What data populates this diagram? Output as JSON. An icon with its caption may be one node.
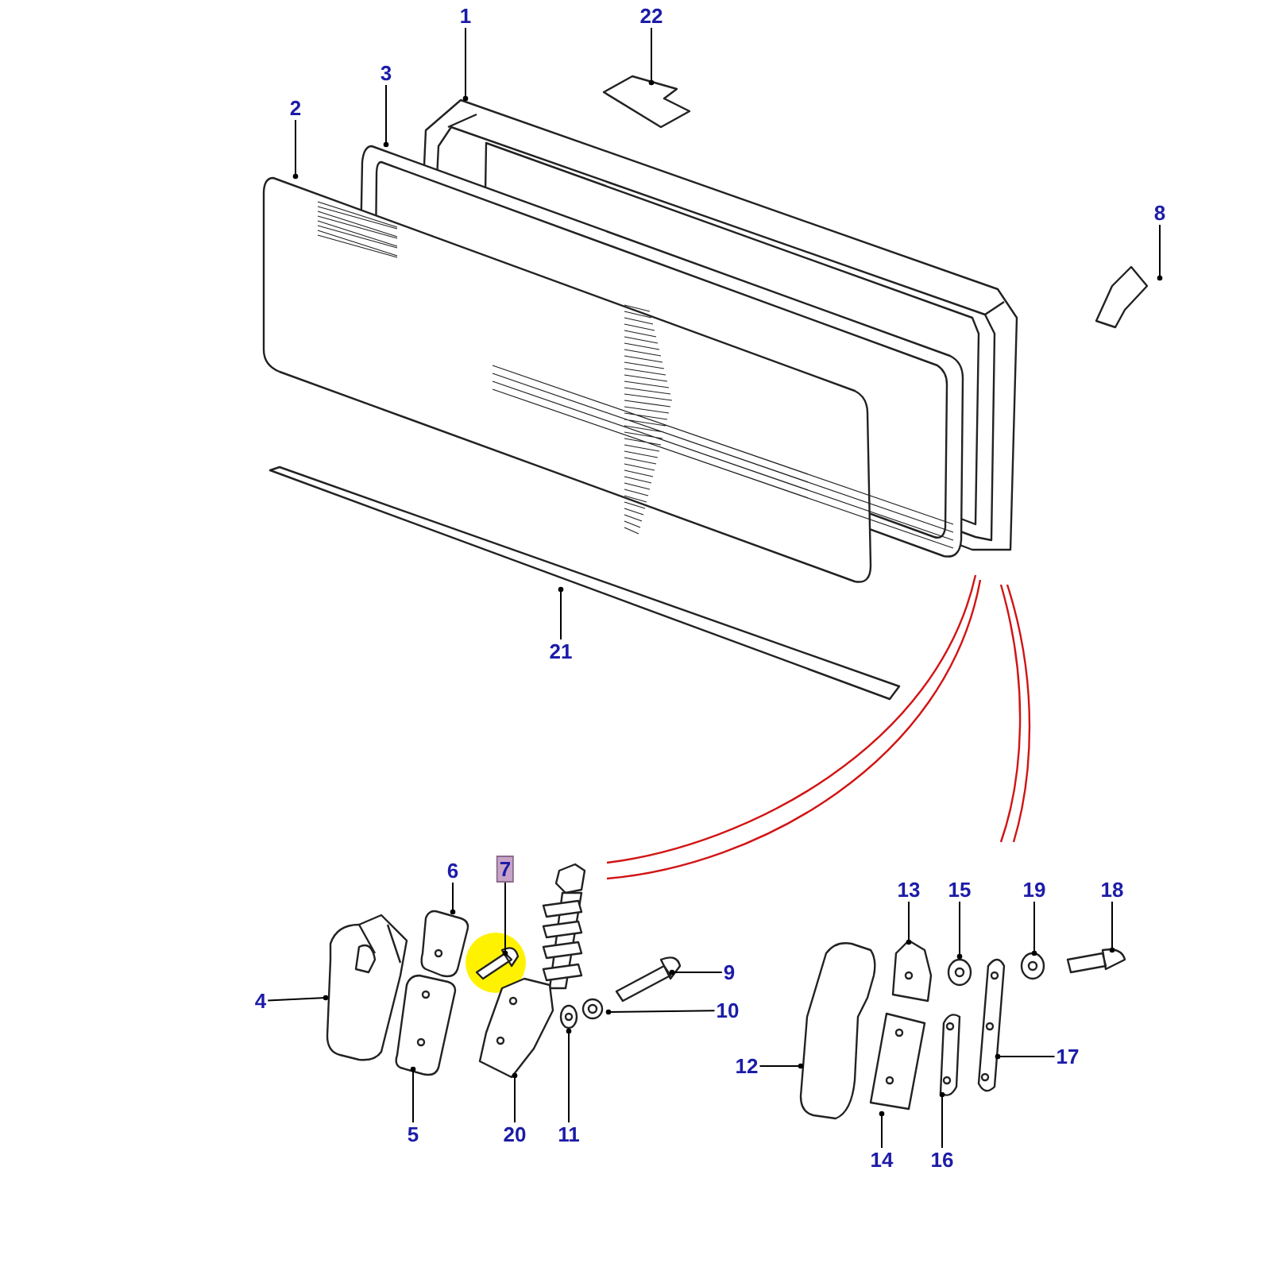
{
  "diagram": {
    "nodes": [
      {
        "text": [
          "1"
        ]
      },
      {
        "text": [
          "22"
        ]
      },
      {
        "text": [
          "3"
        ]
      },
      {
        "text": [
          "2"
        ]
      },
      {
        "text": [
          "8"
        ]
      },
      {
        "text": [
          "21"
        ]
      },
      {
        "text": [
          "6"
        ]
      },
      {
        "text": [
          "7"
        ]
      },
      {
        "text": [
          "13"
        ]
      },
      {
        "text": [
          "15"
        ]
      },
      {
        "text": [
          "19"
        ]
      },
      {
        "text": [
          "18"
        ]
      },
      {
        "text": [
          "9"
        ]
      },
      {
        "text": [
          "4"
        ]
      },
      {
        "text": [
          "10"
        ]
      },
      {
        "text": [
          "12"
        ]
      },
      {
        "text": [
          "17"
        ]
      },
      {
        "text": [
          "5"
        ]
      },
      {
        "text": [
          "20"
        ]
      },
      {
        "text": [
          "11"
        ]
      },
      {
        "text": [
          "14"
        ]
      },
      {
        "text": [
          "16"
        ]
      }
    ],
    "edges": [
      {
        "from": 0,
        "to": null,
        "arrow": "other"
      },
      {
        "from": 1,
        "to": null,
        "arrow": "other"
      },
      {
        "from": 2,
        "to": null,
        "arrow": "other"
      },
      {
        "from": 3,
        "to": null,
        "arrow": "other"
      },
      {
        "from": 4,
        "to": null,
        "arrow": "other"
      },
      {
        "from": 5,
        "to": null,
        "arrow": "other"
      },
      {
        "from": 6,
        "to": null,
        "arrow": "other"
      },
      {
        "from": 7,
        "to": null,
        "arrow": "other"
      },
      {
        "from": 8,
        "to": null,
        "arrow": "other"
      },
      {
        "from": 9,
        "to": null,
        "arrow": "other"
      },
      {
        "from": 10,
        "to": null,
        "arrow": "other"
      },
      {
        "from": 11,
        "to": null,
        "arrow": "other"
      },
      {
        "from": 12,
        "to": null,
        "arrow": "other"
      },
      {
        "from": 13,
        "to": null,
        "arrow": "other"
      },
      {
        "from": 14,
        "to": null,
        "arrow": "other"
      },
      {
        "from": 15,
        "to": null,
        "arrow": "other"
      },
      {
        "from": 16,
        "to": null,
        "arrow": "other"
      },
      {
        "from": 17,
        "to": null,
        "arrow": "other"
      },
      {
        "from": 18,
        "to": null,
        "arrow": "other"
      },
      {
        "from": 19,
        "to": null,
        "arrow": "other"
      },
      {
        "from": 20,
        "to": null,
        "arrow": "other"
      },
      {
        "from": 21,
        "to": null,
        "arrow": "other"
      }
    ]
  }
}
